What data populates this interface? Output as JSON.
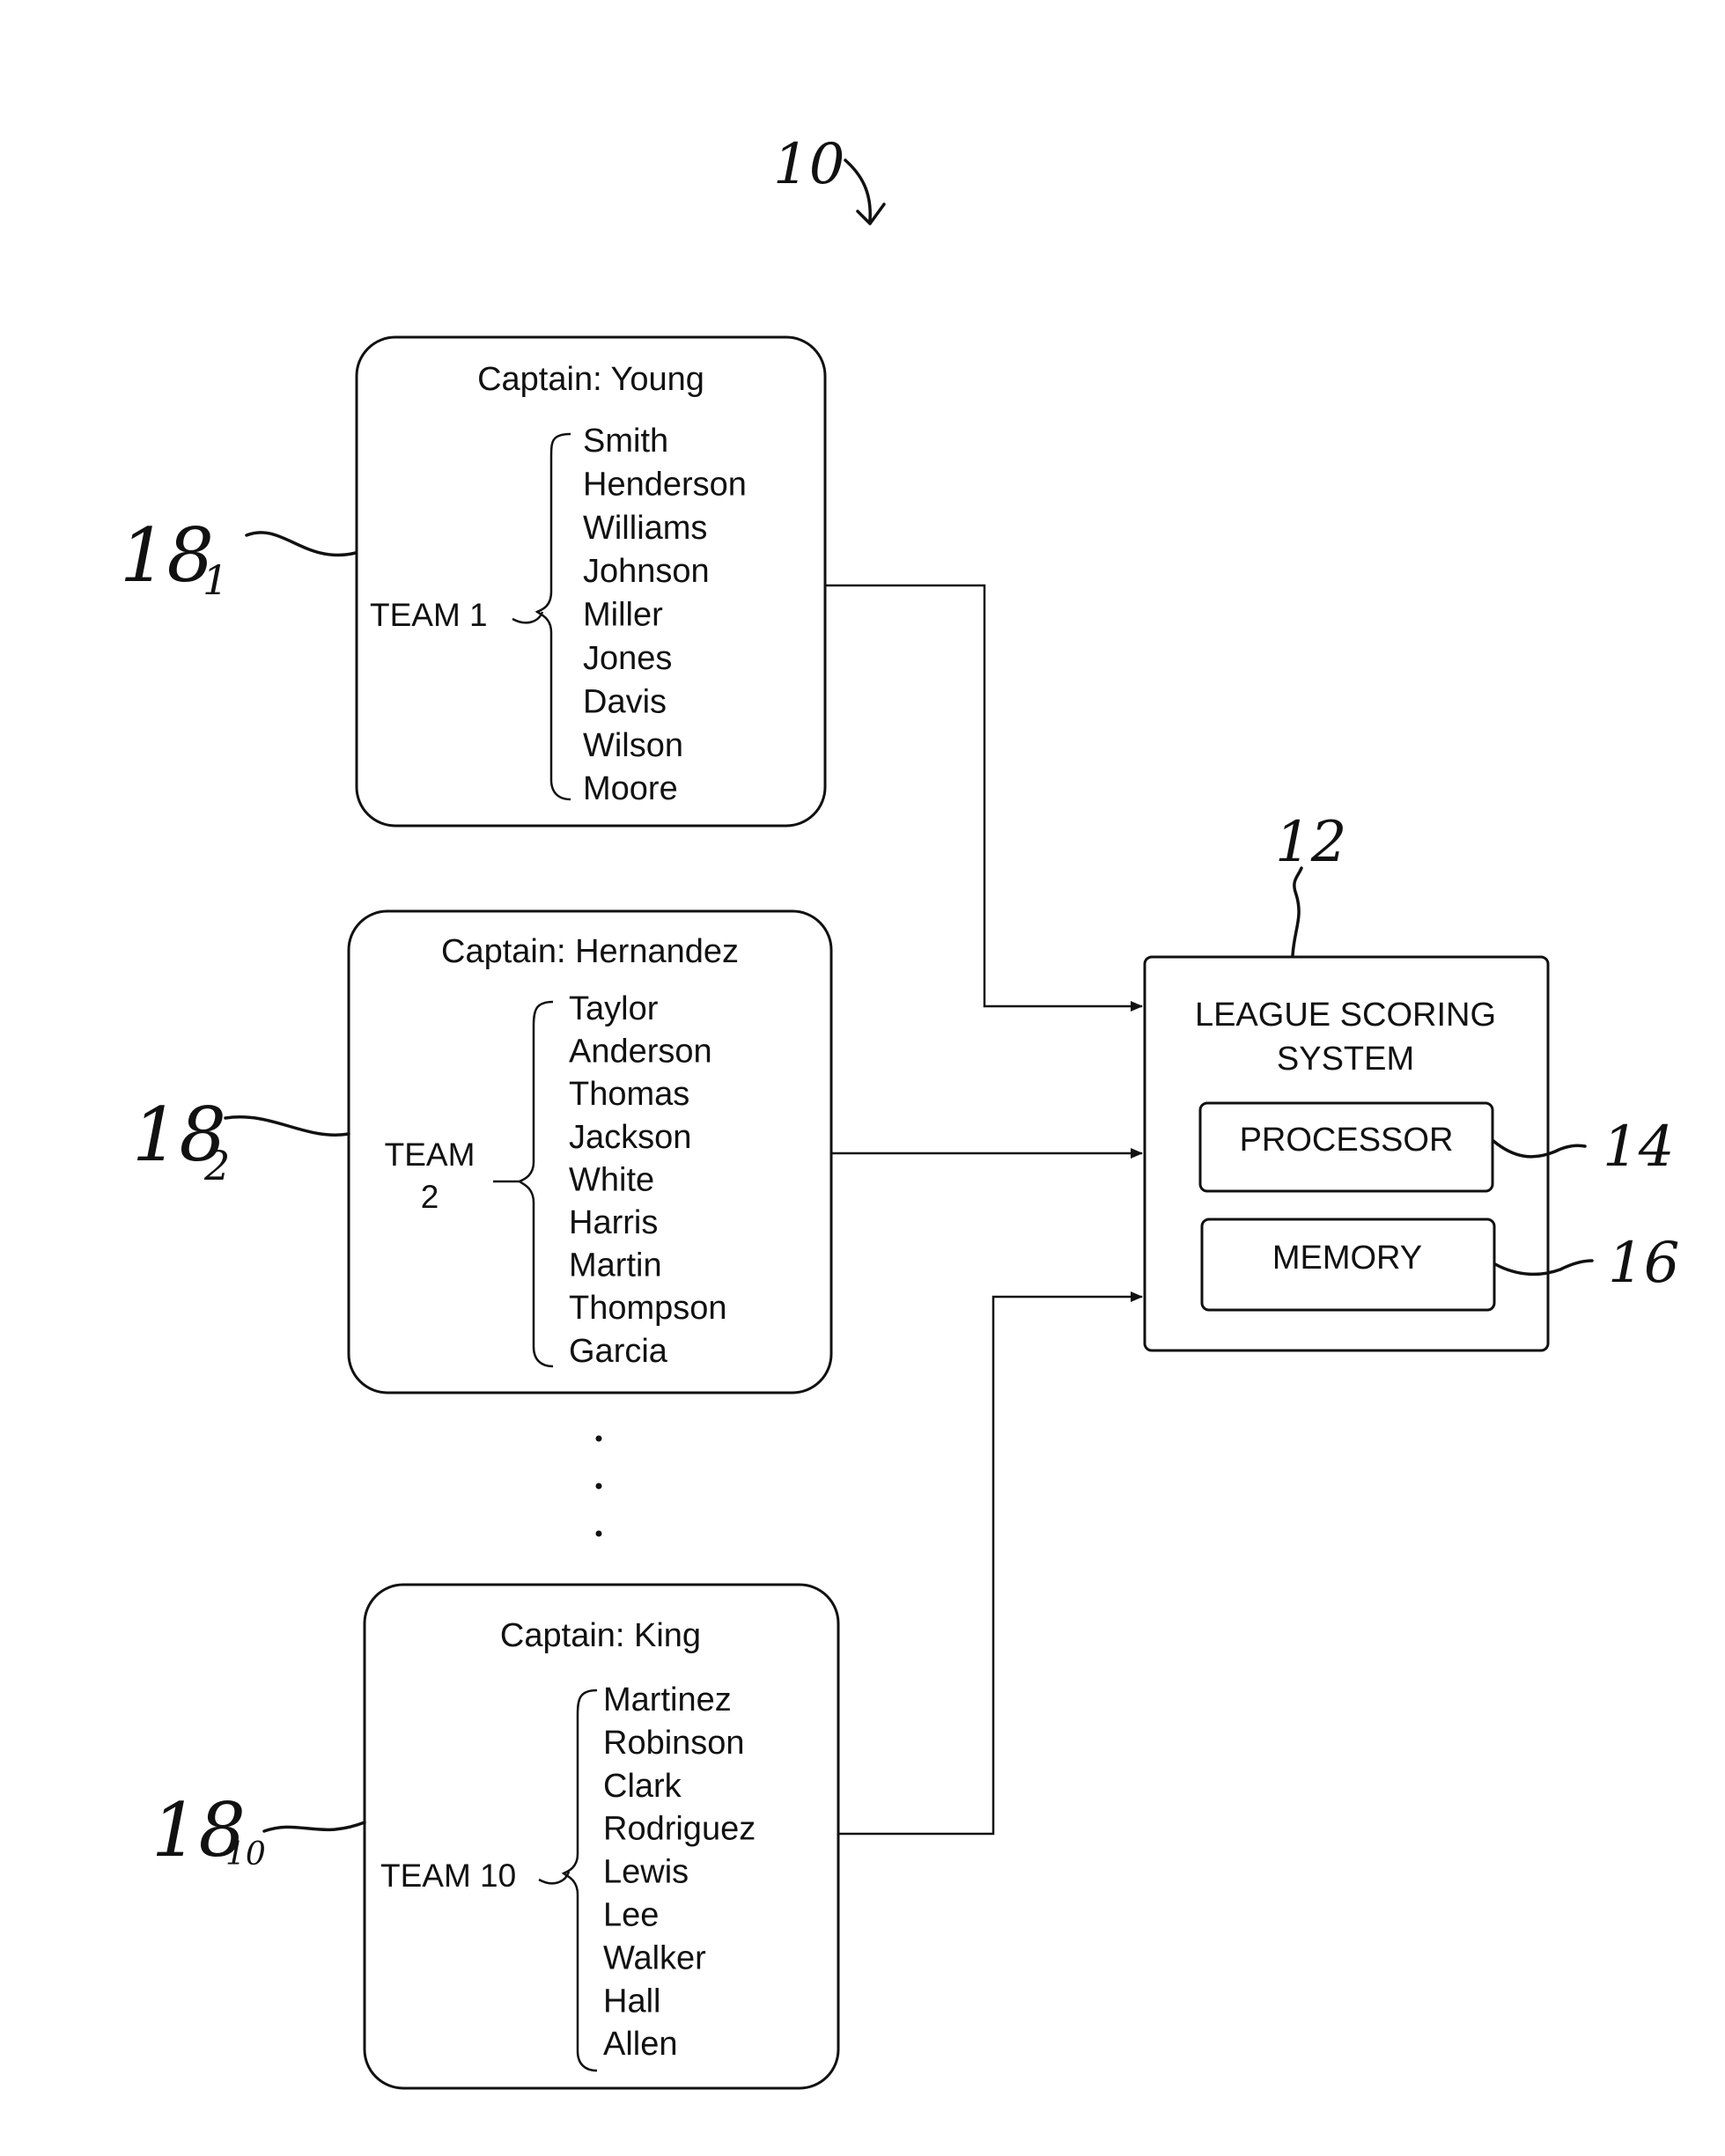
{
  "figure_ref": "10",
  "system": {
    "ref": "12",
    "title_line1": "LEAGUE SCORING",
    "title_line2": "SYSTEM",
    "processor": {
      "label": "PROCESSOR",
      "ref": "14"
    },
    "memory": {
      "label": "MEMORY",
      "ref": "16"
    }
  },
  "teams": [
    {
      "ref_main": "18",
      "ref_sub": "1",
      "captain": "Captain: Young",
      "team_line1": "TEAM 1",
      "team_line2": "",
      "players": [
        "Smith",
        "Henderson",
        "Williams",
        "Johnson",
        "Miller",
        "Jones",
        "Davis",
        "Wilson",
        "Moore"
      ]
    },
    {
      "ref_main": "18",
      "ref_sub": "2",
      "captain": "Captain: Hernandez",
      "team_line1": "TEAM",
      "team_line2": "2",
      "players": [
        "Taylor",
        "Anderson",
        "Thomas",
        "Jackson",
        "White",
        "Harris",
        "Martin",
        "Thompson",
        "Garcia"
      ]
    },
    {
      "ref_main": "18",
      "ref_sub": "10",
      "captain": "Captain: King",
      "team_line1": "TEAM 10",
      "team_line2": "",
      "players": [
        "Martinez",
        "Robinson",
        "Clark",
        "Rodriguez",
        "Lewis",
        "Lee",
        "Walker",
        "Hall",
        "Allen"
      ]
    }
  ],
  "ellipsis_dots": 3
}
